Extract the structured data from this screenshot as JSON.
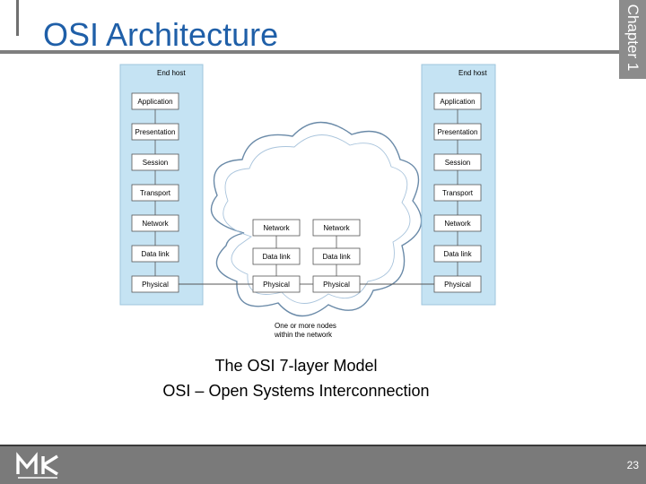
{
  "slide": {
    "title": "OSI Architecture",
    "chapter_tab": "Chapter 1",
    "page_number": "23"
  },
  "diagram": {
    "host_label": "End host",
    "host_layers": [
      "Application",
      "Presentation",
      "Session",
      "Transport",
      "Network",
      "Data link",
      "Physical"
    ],
    "node_layers": [
      "Network",
      "Data link",
      "Physical"
    ],
    "cloud_label_line1": "One or more nodes",
    "cloud_label_line2": "within the network"
  },
  "caption": {
    "line1": "The OSI 7-layer Model",
    "line2": "OSI – Open Systems Interconnection"
  },
  "colors": {
    "title": "#1f5fa8",
    "host_panel": "#c5e3f3",
    "cloud_fill": "#ffffff",
    "footer": "#7a7a7a",
    "chapter_tab": "#8c8c8c"
  }
}
